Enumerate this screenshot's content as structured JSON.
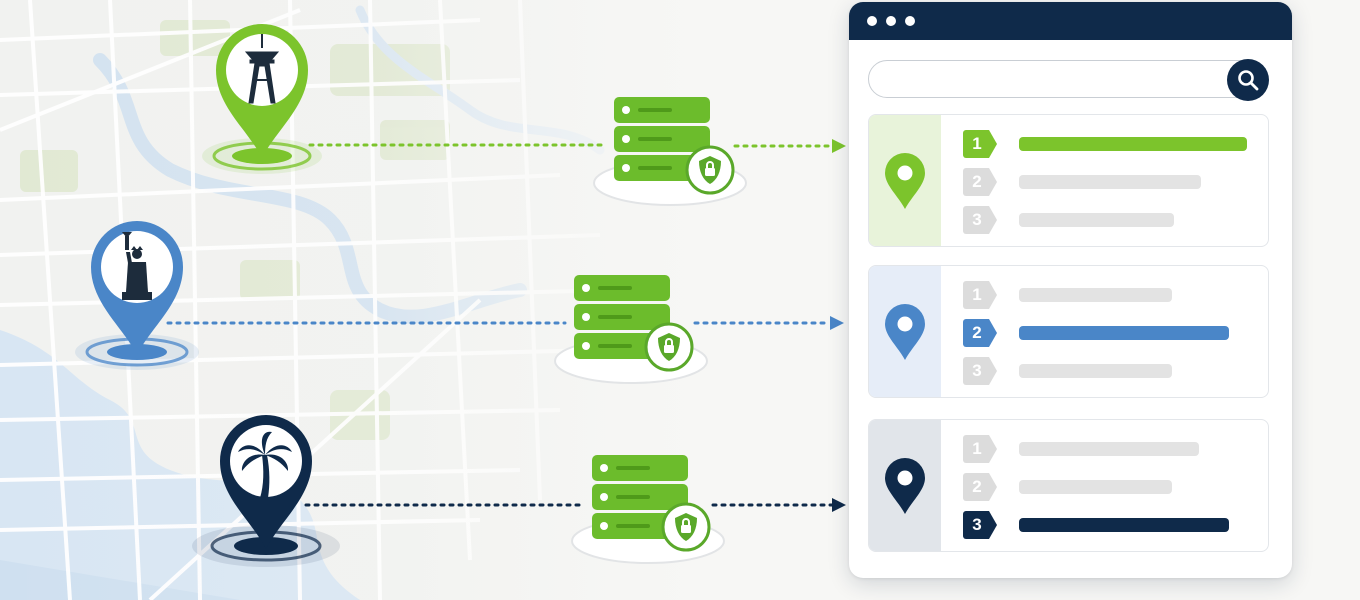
{
  "colors": {
    "green": "#7cc42c",
    "blue": "#4a86c8",
    "navy": "#0f2a4a",
    "muted_bar": "#e3e3e3",
    "muted_badge": "#dcdcdc",
    "server_green": "#6cbc2c"
  },
  "map": {
    "pins": [
      {
        "icon": "space-needle-icon",
        "color": "#7cc42c"
      },
      {
        "icon": "statue-of-liberty-icon",
        "color": "#4a86c8"
      },
      {
        "icon": "palm-tree-icon",
        "color": "#0f2a4a"
      }
    ]
  },
  "servers": [
    {
      "icon": "server-stack-icon",
      "badge": "shield-lock-icon"
    },
    {
      "icon": "server-stack-icon",
      "badge": "shield-lock-icon"
    },
    {
      "icon": "server-stack-icon",
      "badge": "shield-lock-icon"
    }
  ],
  "browser": {
    "search": {
      "value": "",
      "placeholder": "",
      "button_icon": "search-icon"
    },
    "results": [
      {
        "pin_icon": "map-pin-icon",
        "accent": "#7cc42c",
        "highlight_rank": 1,
        "ranks": [
          "1",
          "2",
          "3"
        ]
      },
      {
        "pin_icon": "map-pin-icon",
        "accent": "#4a86c8",
        "highlight_rank": 2,
        "ranks": [
          "1",
          "2",
          "3"
        ]
      },
      {
        "pin_icon": "map-pin-icon",
        "accent": "#0f2a4a",
        "highlight_rank": 3,
        "ranks": [
          "1",
          "2",
          "3"
        ]
      }
    ]
  }
}
